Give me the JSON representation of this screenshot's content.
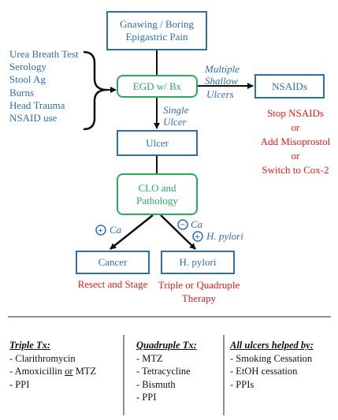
{
  "nodes": {
    "pain": {
      "line1": "Gnawing / Boring",
      "line2": "Epigastric Pain"
    },
    "egd": "EGD w/ Bx",
    "nsaids": "NSAIDs",
    "ulcer": "Ulcer",
    "clo": {
      "line1": "CLO and",
      "line2": "Pathology"
    },
    "cancer": "Cancer",
    "hpylori": "H. pylori"
  },
  "alternatives": [
    "Urea Breath Test",
    "Serology",
    "Stool Ag",
    "Burns",
    "Head Trauma",
    "NSAID use"
  ],
  "edge_labels": {
    "multiple": [
      "Multiple",
      "Shallow",
      "Ulcers"
    ],
    "single": [
      "Single",
      "Ulcer"
    ],
    "plus_ca": "Ca",
    "minus_ca": "Ca",
    "plus_hpylori": "H. pylori"
  },
  "outcomes": {
    "nsaids": [
      "Stop NSAIDs",
      "or",
      "Add Misoprostol",
      "or",
      "Switch to Cox-2"
    ],
    "cancer": "Resect and Stage",
    "hpylori": [
      "Triple or Quadruple",
      "Therapy"
    ]
  },
  "symbols": {
    "plus": "+",
    "minus": "−"
  },
  "therapy": {
    "triple": {
      "title": "Triple Tx:",
      "items": [
        "- Clarithromycin",
        "- PPI"
      ],
      "amox": {
        "prefix": "- Amoxicillin ",
        "or": "or",
        "suffix": " MTZ"
      }
    },
    "quadruple": {
      "title": "Quadruple Tx:",
      "items": [
        "- MTZ",
        "- Tetracycline",
        "- Bismuth",
        "- PPI"
      ]
    },
    "all_ulcers": {
      "title": "All ulcers helped by:",
      "items": [
        "- Smoking Cessation",
        "- EtOH cessation",
        "- PPIs"
      ]
    }
  },
  "colors": {
    "blue": "#2f6fb0",
    "green": "#2aaa5a",
    "red": "#e41b1b",
    "black": "#111111"
  }
}
